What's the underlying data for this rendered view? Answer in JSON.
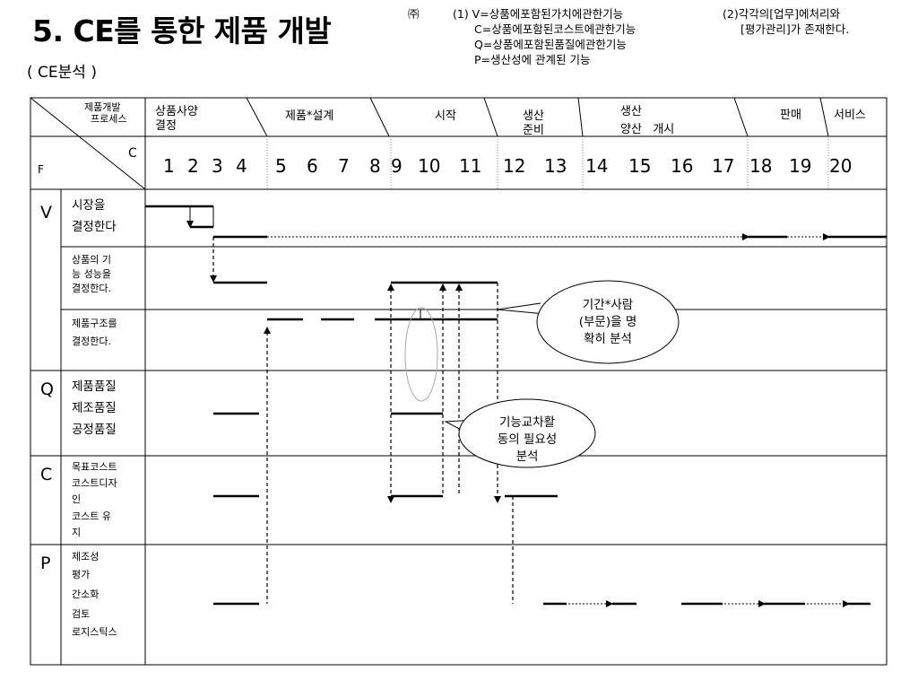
{
  "title": "5. CE를 통한 제품 개발",
  "subtitle": "( CE분석 )",
  "notes": {
    "mark": "㈜",
    "line1": "(1) V=상품에포함된가치에관한기능",
    "line2": "C=상품에포함된코스트에관한기능",
    "line3": "Q=상품에포함된품질에관한기능",
    "line4": "P=생산성에 관계된 기능",
    "right1": "(2)각각의[업무]에처리와",
    "right2": "[평가관리]가 존재한다."
  },
  "header": {
    "corner_top_line1": "제품개발",
    "corner_top_line2": "프로세스",
    "corner_c": "C",
    "corner_f": "F",
    "phases": [
      {
        "line1": "상품사양",
        "line2": "결정"
      },
      {
        "line1": "제품*설계",
        "line2": ""
      },
      {
        "line1": "시작",
        "line2": ""
      },
      {
        "line1": "생산",
        "line2": "준비"
      },
      {
        "line1": "생산",
        "line2": "양산   개시"
      },
      {
        "line1": "판매",
        "line2": ""
      },
      {
        "line1": "서비스",
        "line2": ""
      }
    ],
    "steps": [
      "1",
      "2",
      "3",
      "4",
      "5",
      "6",
      "7",
      "8",
      "9",
      "10",
      "11",
      "12",
      "13",
      "14",
      "15",
      "16",
      "17",
      "18",
      "19",
      "20"
    ]
  },
  "rows": {
    "v": {
      "letter": "V",
      "l1": "시장을",
      "l2": "결정한다"
    },
    "v2": {
      "l1": "상품의 기",
      "l2": "능 성능을",
      "l3": "결정한다."
    },
    "v3": {
      "l1": "제품구조를",
      "l2": "결정한다."
    },
    "q": {
      "letter": "Q",
      "l1": "제품품질",
      "l2": "제조품질",
      "l3": "공정품질"
    },
    "c": {
      "letter": "C",
      "l1": "목표코스트",
      "l2": "코스트디자",
      "l3": "인",
      "l4": "코스트 유",
      "l5": "지"
    },
    "p": {
      "letter": "P",
      "l1": "제조성",
      "l2": "평가",
      "l3": "간소화",
      "l4": "검토",
      "l5": "로지스틱스"
    }
  },
  "callouts": {
    "bubble1": {
      "l1": "기간*사람",
      "l2": "(부문)을 명",
      "l3": "확히 분석"
    },
    "bubble2": {
      "l1": "기능교차활",
      "l2": "동의 필요성",
      "l3": "분석"
    }
  }
}
